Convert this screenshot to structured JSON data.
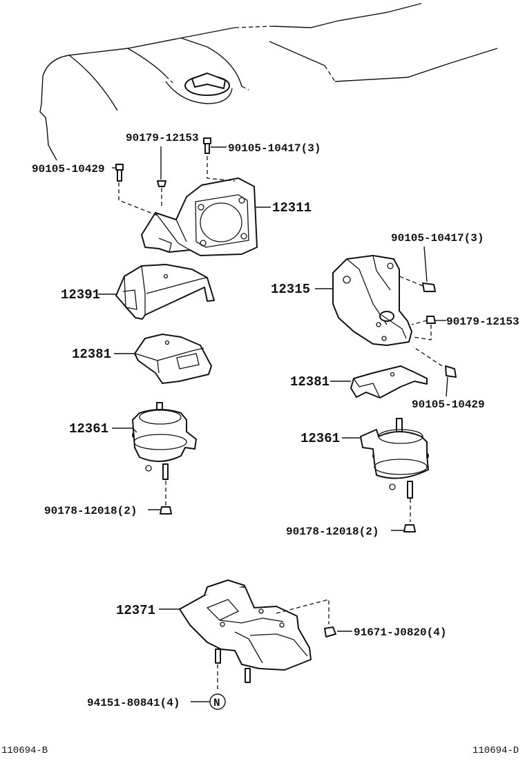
{
  "diagram": {
    "part_numbers": {
      "p_90179_12153_left": "90179-12153",
      "p_90105_10417_left": "90105-10417(3)",
      "p_90105_10429_left": "90105-10429",
      "p_12311": "12311",
      "p_12391": "12391",
      "p_12381_left": "12381",
      "p_12361_left": "12361",
      "p_90178_12018_left": "90178-12018(2)",
      "p_90105_10417_right": "90105-10417(3)",
      "p_12315": "12315",
      "p_90179_12153_right": "90179-12153",
      "p_12381_right": "12381",
      "p_90105_10429_right": "90105-10429",
      "p_12361_right": "12361",
      "p_90178_12018_right": "90178-12018(2)",
      "p_12371": "12371",
      "p_91671_j0820": "91671-J0820(4)",
      "p_94151_80841": "94151-80841(4)",
      "n_symbol": "N"
    },
    "footer": {
      "left_code": "110694-B",
      "right_code": "110694-D"
    }
  }
}
